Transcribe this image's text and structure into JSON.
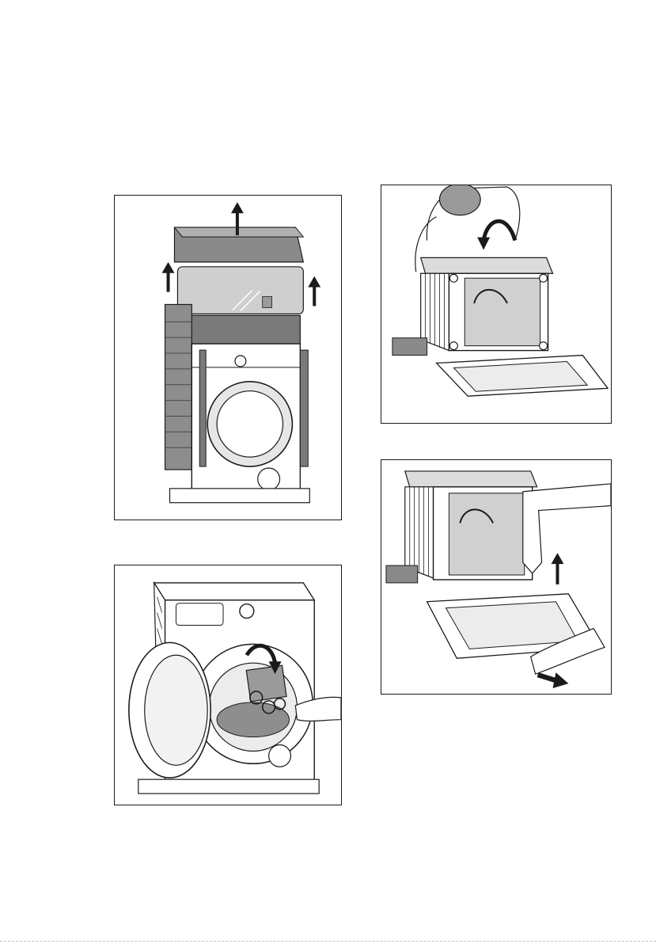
{
  "figures": [
    {
      "id": "remove-packaging",
      "step_icon": "arrow-up-icon"
    },
    {
      "id": "tilt-machine-back",
      "step_icon": "curved-arrow-icon"
    },
    {
      "id": "remove-bag-from-drum",
      "step_icon": "curved-arrow-icon"
    },
    {
      "id": "remove-base-pallet",
      "step_icon": "arrow-down-right-icon"
    }
  ],
  "colors": {
    "line": "#1a1a1a",
    "grey_dark": "#6e6e6e",
    "grey_mid": "#a0a0a0",
    "grey_light": "#d4d4d4",
    "bg": "#ffffff"
  }
}
